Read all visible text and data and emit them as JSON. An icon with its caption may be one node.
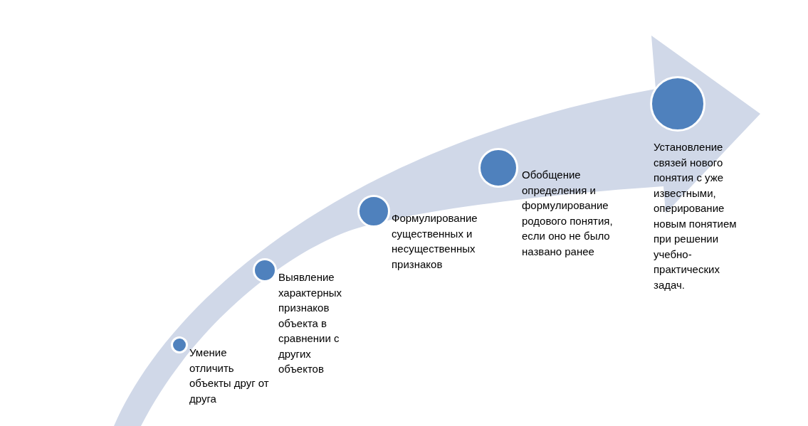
{
  "diagram": {
    "nodes": [
      {
        "text": [],
        "shape": "circle",
        "beside": [
          "Умение отличить объекты друг от друга"
        ]
      },
      {
        "text": [],
        "shape": "circle",
        "beside": [
          "Выявление характерных признаков объекта в сравнении с других объектов"
        ]
      },
      {
        "text": [],
        "shape": "circle",
        "beside": [
          "Формулирование существенных и несущественных признаков"
        ]
      },
      {
        "text": [],
        "shape": "circle",
        "beside": [
          "Обобщение определения и формулирование родового понятия, если оно не было названо ранее"
        ]
      },
      {
        "text": [],
        "shape": "circle",
        "beside": [
          "Установление связей нового понятия с уже известными, оперирование новым понятием при решении учебно-практических задач."
        ]
      }
    ]
  }
}
